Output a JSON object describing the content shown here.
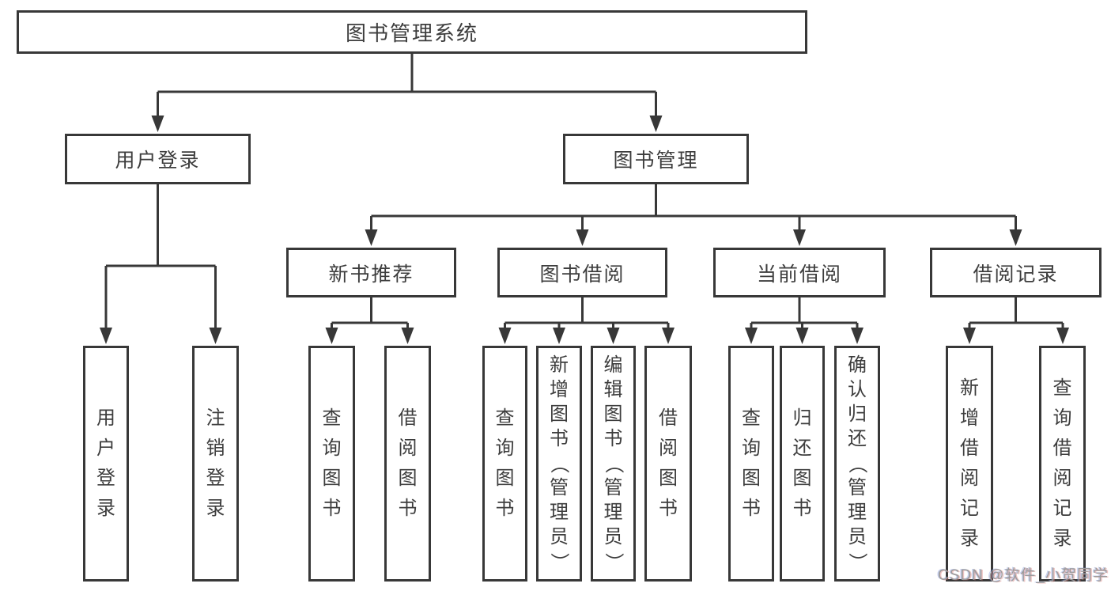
{
  "tree": {
    "root": {
      "label": "图书管理系统",
      "children": [
        {
          "label": "用户登录",
          "children": [
            {
              "label": "用户登录"
            },
            {
              "label": "注销登录"
            }
          ]
        },
        {
          "label": "图书管理",
          "children": [
            {
              "label": "新书推荐",
              "children": [
                {
                  "label": "查询图书"
                },
                {
                  "label": "借阅图书"
                }
              ]
            },
            {
              "label": "图书借阅",
              "children": [
                {
                  "label": "查询图书"
                },
                {
                  "label": "新增图书（管理员）"
                },
                {
                  "label": "编辑图书（管理员）"
                },
                {
                  "label": "借阅图书"
                }
              ]
            },
            {
              "label": "当前借阅",
              "children": [
                {
                  "label": "查询图书"
                },
                {
                  "label": "归还图书"
                },
                {
                  "label": "确认归还（管理员）"
                }
              ]
            },
            {
              "label": "借阅记录",
              "children": [
                {
                  "label": "新增借阅记录"
                },
                {
                  "label": "查询借阅记录"
                }
              ]
            }
          ]
        }
      ]
    }
  },
  "watermark": {
    "text": "CSDN @软件_小贺同学"
  },
  "colors": {
    "line": "#383838",
    "text": "#3d3d3d",
    "background": "#ffffff",
    "watermark": "#9b9b9b"
  }
}
